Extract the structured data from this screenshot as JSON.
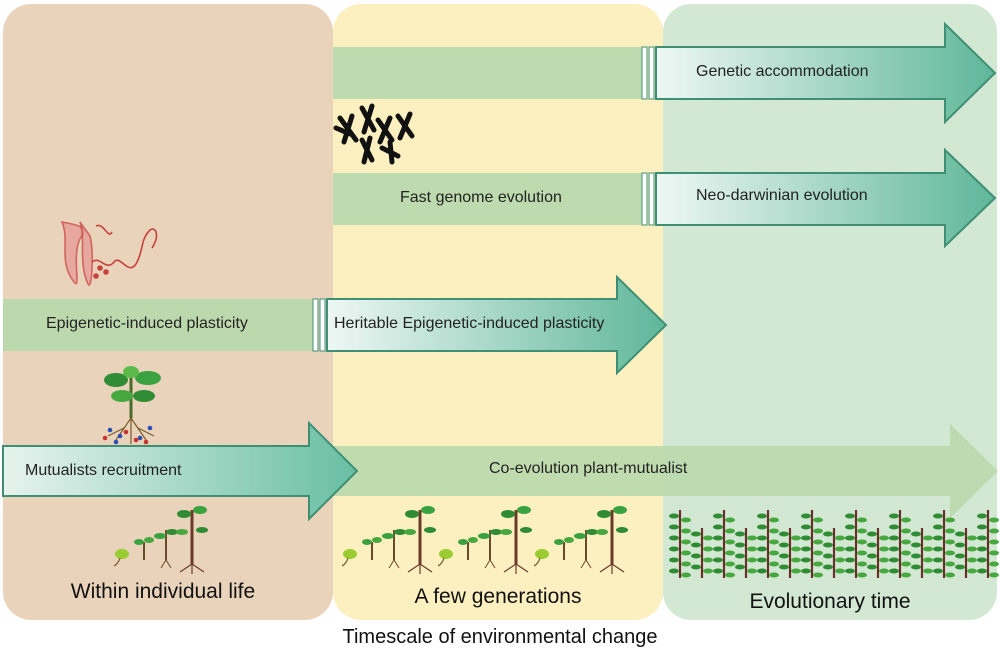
{
  "panels": [
    {
      "key": "individual",
      "title": "Within individual life",
      "color": "#e9d4bb"
    },
    {
      "key": "generations",
      "title": "A few generations",
      "color": "#fcefc0"
    },
    {
      "key": "evolutionary",
      "title": "Evolutionary time",
      "color": "#d3e8d3"
    }
  ],
  "processes": {
    "genetic_accommodation": "Genetic accommodation",
    "fast_genome": "Fast genome evolution",
    "neo_darwinian": "Neo-darwinian evolution",
    "epigenetic": "Epigenetic-induced plasticity",
    "heritable_epigenetic": "Heritable Epigenetic-induced plasticity",
    "mutualists": "Mutualists recruitment",
    "coevolution": "Co-evolution plant-mutualist"
  },
  "x_axis_label": "Timescale of environmental change",
  "icons": [
    "chromosomes-icon",
    "chromatin-icon",
    "plant-roots-icon",
    "seedling-growth-icon",
    "plant-population-icon"
  ],
  "colors": {
    "bar": "#b9d9ad",
    "arrow_light": "#e6f2ee",
    "arrow_dark": "#6cbca2",
    "arrow_stroke": "#3f8f74"
  }
}
